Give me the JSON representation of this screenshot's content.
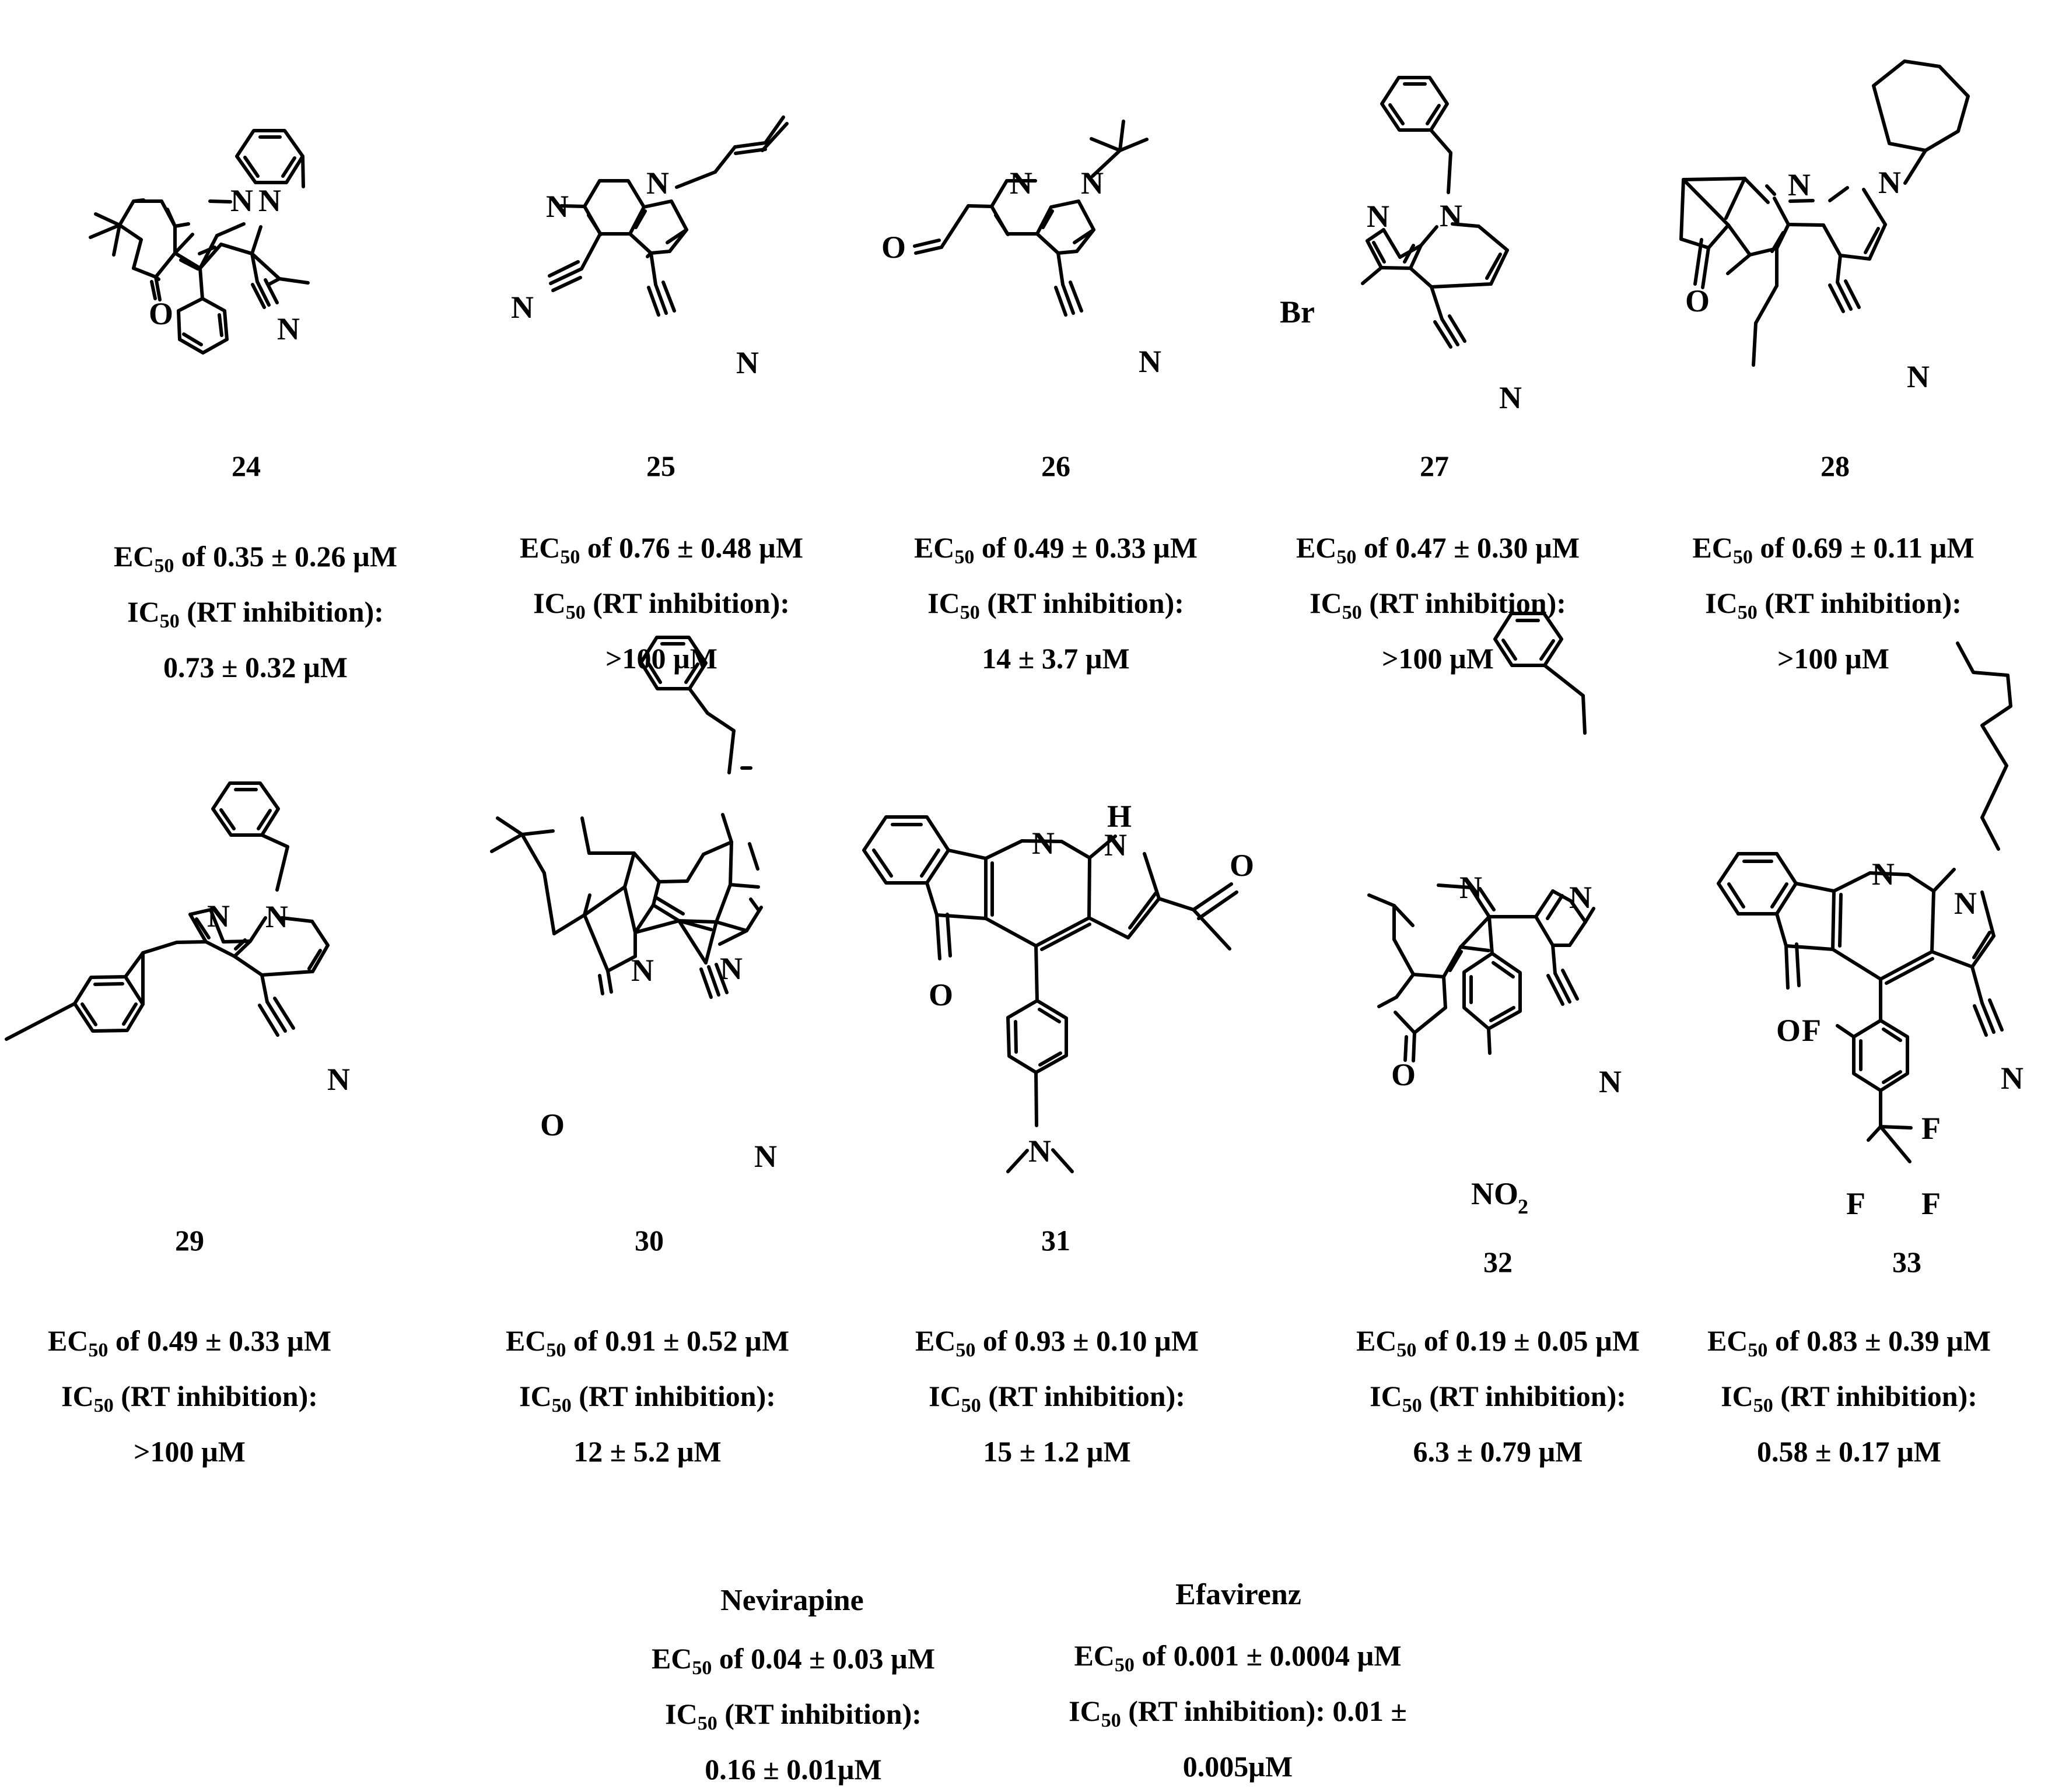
{
  "compounds": [
    {
      "id": "24",
      "ec50_value": "0.35 ± 0.26 µM",
      "ic50_value": "0.73 ± 0.32  µM"
    },
    {
      "id": "25",
      "ec50_value": "0.76 ± 0.48 µM",
      "ic50_value": ">100 µM"
    },
    {
      "id": "26",
      "ec50_value": "0.49 ± 0.33 µM",
      "ic50_value": "14 ± 3.7 µM"
    },
    {
      "id": "27",
      "ec50_value": "0.47 ± 0.30 µM",
      "ic50_value": ">100 µM"
    },
    {
      "id": "28",
      "ec50_value": "0.69 ± 0.11 µM",
      "ic50_value": ">100 µM"
    },
    {
      "id": "29",
      "ec50_value": "0.49 ± 0.33 µM",
      "ic50_value": ">100 µM"
    },
    {
      "id": "30",
      "ec50_value": "0.91 ± 0.52 µM",
      "ic50_value": "12 ± 5.2 µM"
    },
    {
      "id": "31",
      "ec50_value": "0.93 ± 0.10 µM",
      "ic50_value": "15 ± 1.2 µM"
    },
    {
      "id": "32",
      "ec50_value": "0.19 ± 0.05 µM",
      "ic50_value": "6.3 ± 0.79 µM"
    },
    {
      "id": "33",
      "ec50_value": "0.83 ± 0.39 µM",
      "ic50_value": "0.58 ± 0.17 µM"
    }
  ],
  "references": [
    {
      "name": "Nevirapine",
      "ec50_value": "0.04 ± 0.03 µM",
      "ic50_value": "0.16 ± 0.01µM"
    },
    {
      "name": "Efavirenz",
      "ec50_value": "0.001 ± 0.0004 µM",
      "ic50_value_line1": "0.01 ±",
      "ic50_value_line2": "0.005µM"
    }
  ],
  "labels": {
    "ec_prefix": "EC",
    "ic_prefix": "IC",
    "subscript_50": "50",
    "ec_of": " of ",
    "ic_rt": " (RT inhibition):",
    "ic_rt_inline": " (RT inhibition): "
  },
  "atom_labels": {
    "N": "N",
    "O": "O",
    "H": "H",
    "Br": "Br",
    "F": "F",
    "NO2_main": "NO",
    "NO2_sub": "2"
  }
}
